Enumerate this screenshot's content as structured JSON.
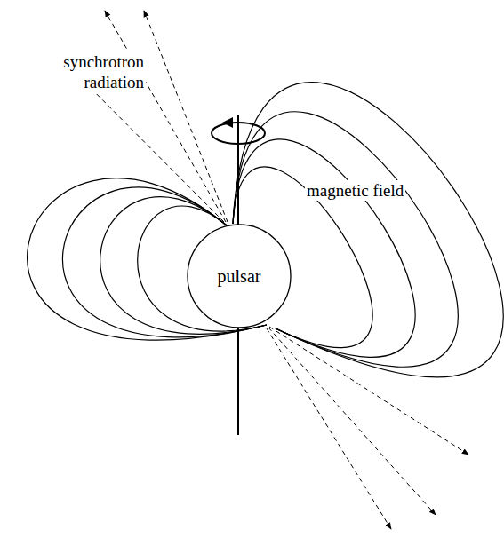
{
  "diagram": {
    "nodes": [
      {
        "text": [
          "pulsar"
        ]
      }
    ],
    "labels": [
      "synchrotron radiation",
      "magnetic field"
    ]
  }
}
